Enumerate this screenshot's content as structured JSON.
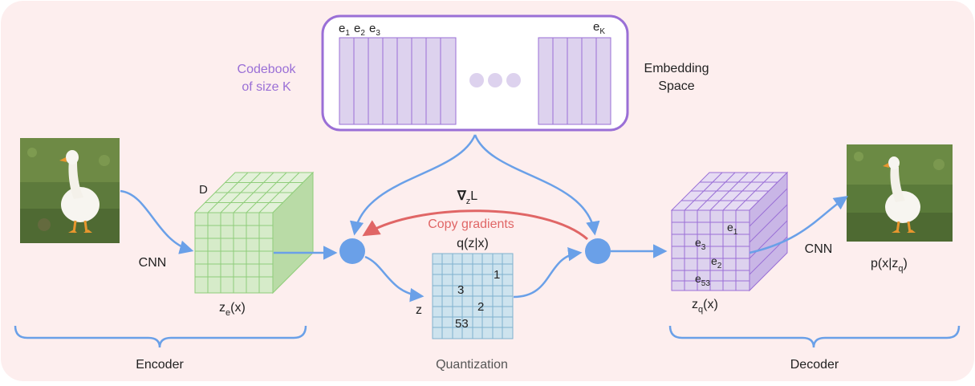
{
  "codebook": {
    "label_line1": "Codebook",
    "label_line2": "of size K",
    "e1": "e",
    "e1_sub": "1",
    "e2": "e",
    "e2_sub": "2",
    "e3": "e",
    "e3_sub": "3",
    "eK": "e",
    "eK_sub": "K"
  },
  "embedding_space": {
    "line1": "Embedding",
    "line2": "Space"
  },
  "encoder": {
    "cnn_label": "CNN",
    "depth_label": "D",
    "output_label": "z",
    "output_sub": "e",
    "output_suffix": "(x)",
    "section_label": "Encoder"
  },
  "quantization": {
    "gradient_symbol": "∇",
    "gradient_sub": "z",
    "gradient_suffix": "L",
    "copy_gradients": "Copy gradients",
    "grid_title": "q(z|x)",
    "z_label": "z",
    "cell_values": [
      "1",
      "3",
      "2",
      "53"
    ],
    "section_label": "Quantization"
  },
  "decoder": {
    "cnn_label": "CNN",
    "input_label": "z",
    "input_sub": "q",
    "input_suffix": "(x)",
    "cell_labels": [
      {
        "e": "e",
        "sub": "1"
      },
      {
        "e": "e",
        "sub": "3"
      },
      {
        "e": "e",
        "sub": "2"
      },
      {
        "e": "e",
        "sub": "53"
      }
    ],
    "output_label": "p(x|z",
    "output_sub": "q",
    "output_suffix": ")",
    "section_label": "Decoder"
  },
  "colors": {
    "background": "#fdeeee",
    "purple": "#9a6fd6",
    "purple_fill": "#ddd2ee",
    "blue": "#6aa0e8",
    "red_arrow": "#e06666",
    "green_fill": "#d6ebc9",
    "green_line": "#8fcd7a",
    "teal_fill": "#cde3ee",
    "teal_line": "#7fb2cf"
  },
  "icons": [
    "goose-photo-input",
    "goose-photo-output",
    "ellipsis-dots"
  ]
}
